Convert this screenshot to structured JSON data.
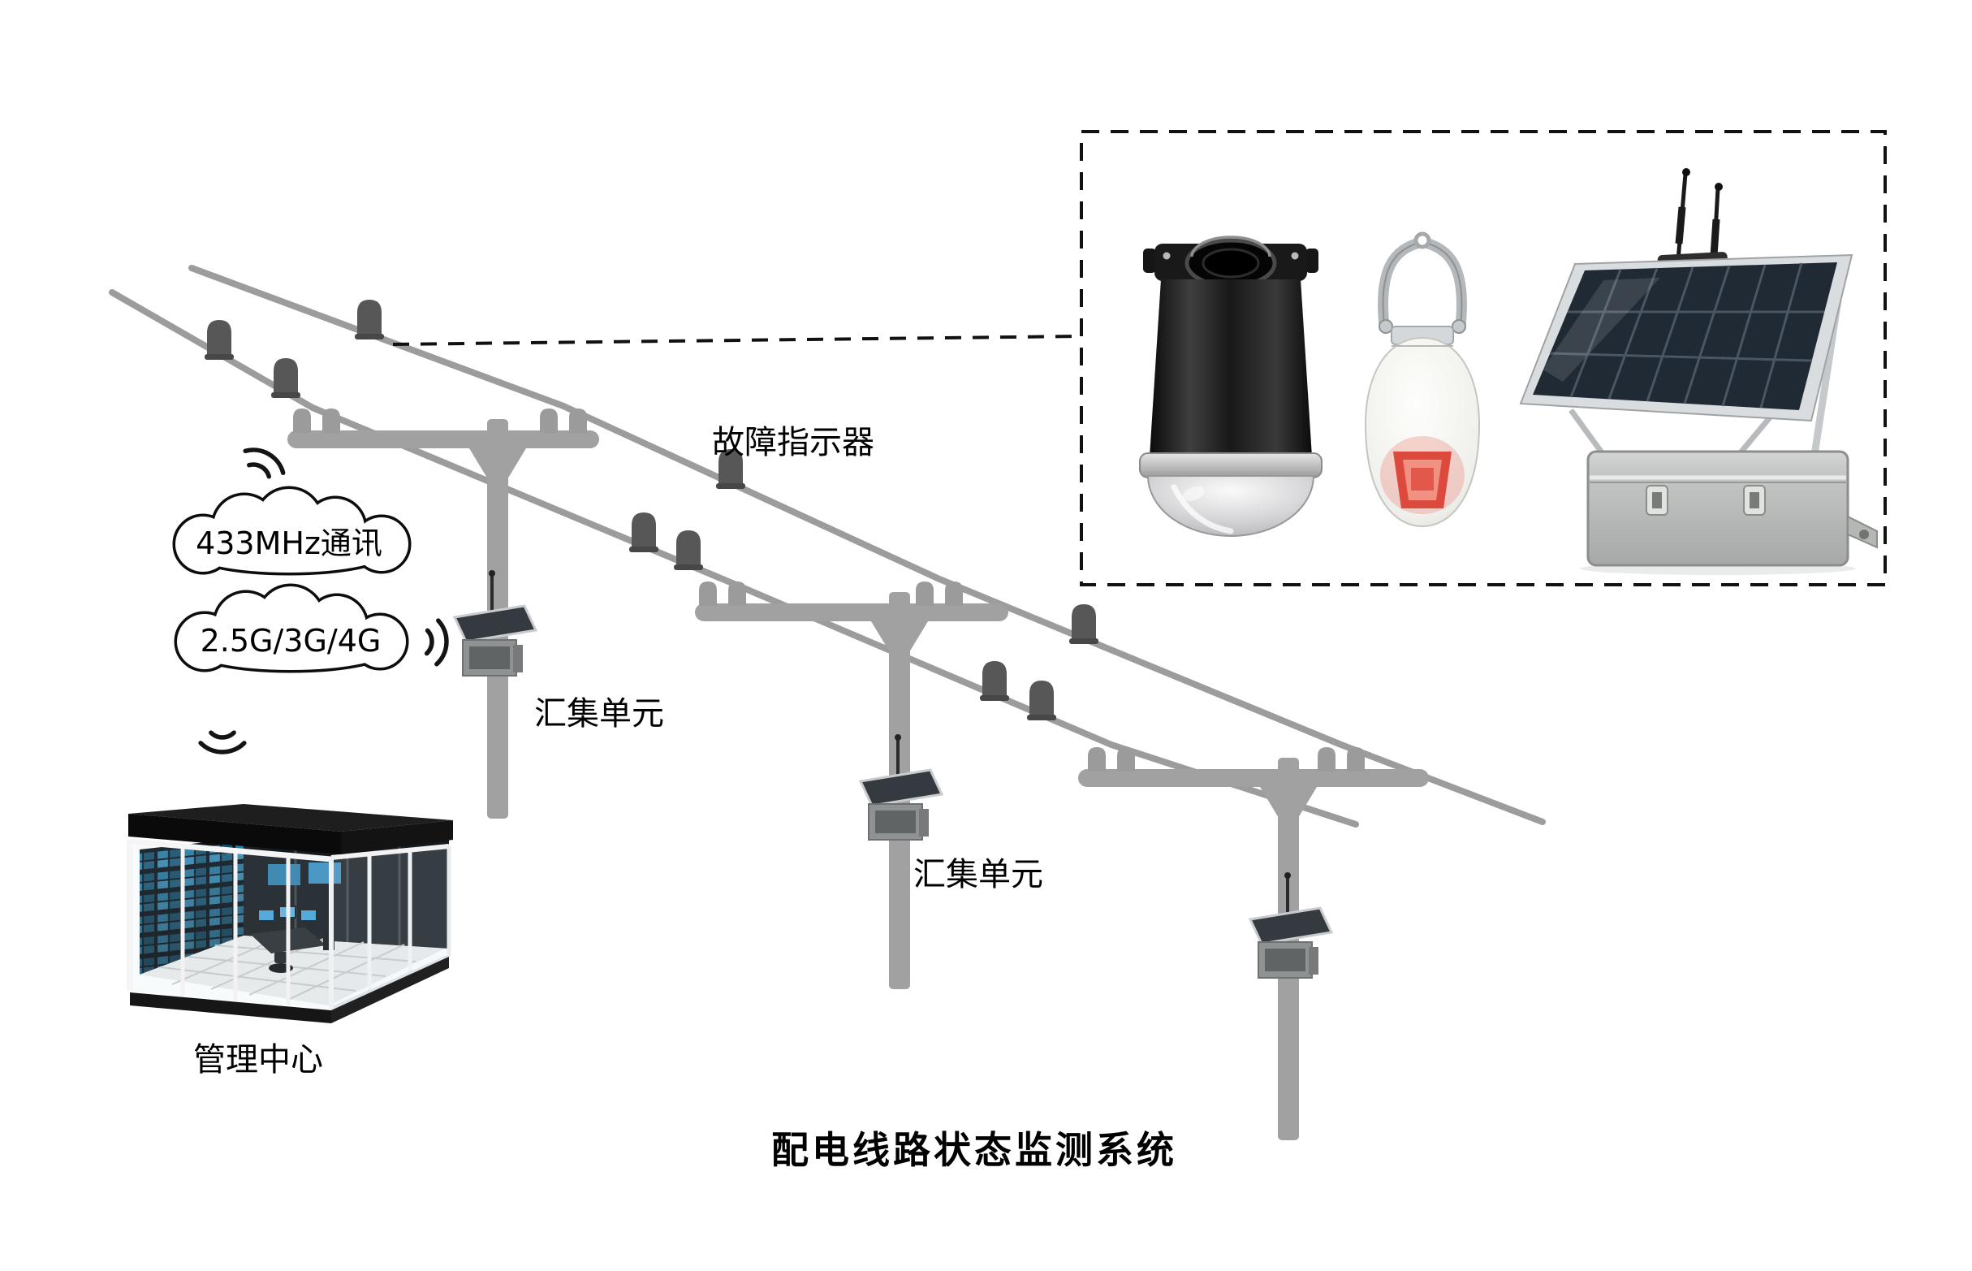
{
  "title": "配电线路状态监测系统",
  "labels": {
    "fault_indicator": "故障指示器",
    "comm_433": "433MHz通讯",
    "comm_cellular": "2.5G/3G/4G",
    "collection_unit_1": "汇集单元",
    "collection_unit_2": "汇集单元",
    "management_center": "管理中心"
  },
  "colors": {
    "background": "#ffffff",
    "line_gray": "#9c9c9c",
    "pole_gray": "#a1a1a1",
    "device_gray": "#575757",
    "text_black": "#000000",
    "indicator_red": "#dc4a3e",
    "solar_cell_blue": "#202a35"
  }
}
